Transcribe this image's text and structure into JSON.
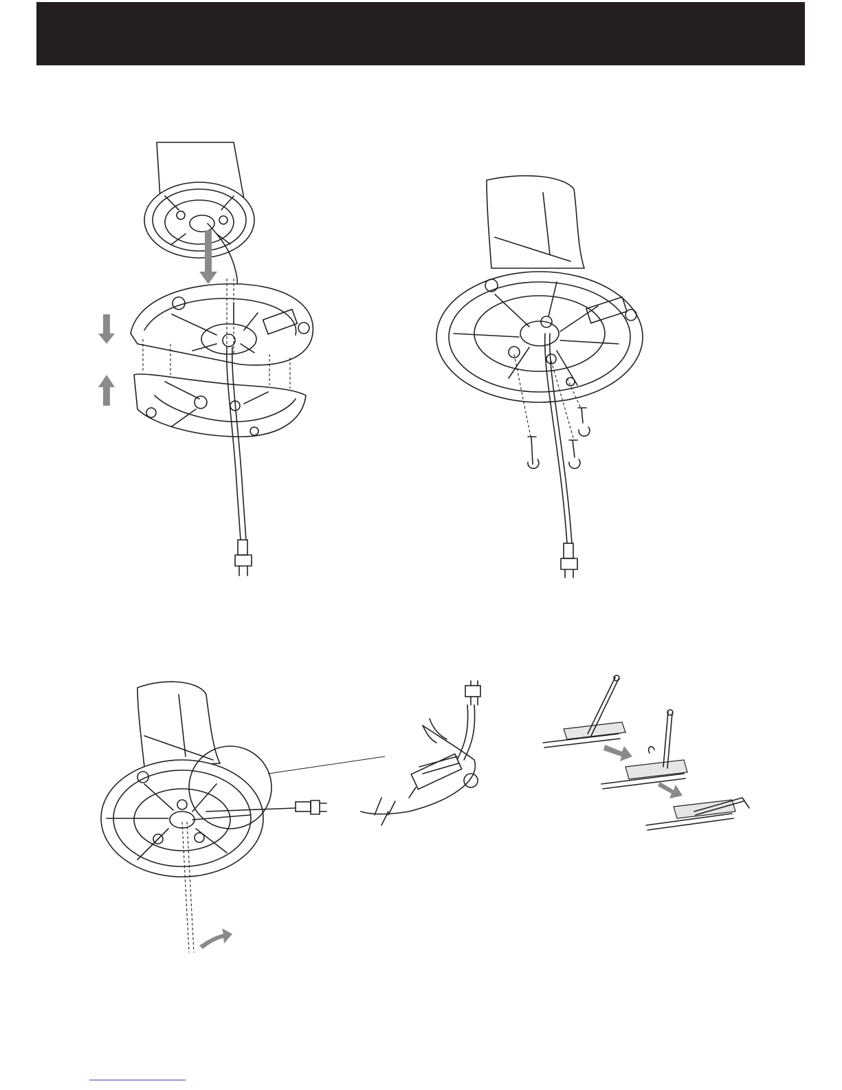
{
  "header": {
    "color": "#231f20"
  },
  "figures": [
    {
      "icon": "base-assembly-drawing"
    },
    {
      "icon": "screw-fastening-drawing"
    },
    {
      "icon": "cable-routing-drawing"
    },
    {
      "icon": "cable-clip-detail-drawing"
    },
    {
      "icon": "cable-clip-steps-drawing"
    }
  ],
  "arrow_color": "#8a8a8a"
}
